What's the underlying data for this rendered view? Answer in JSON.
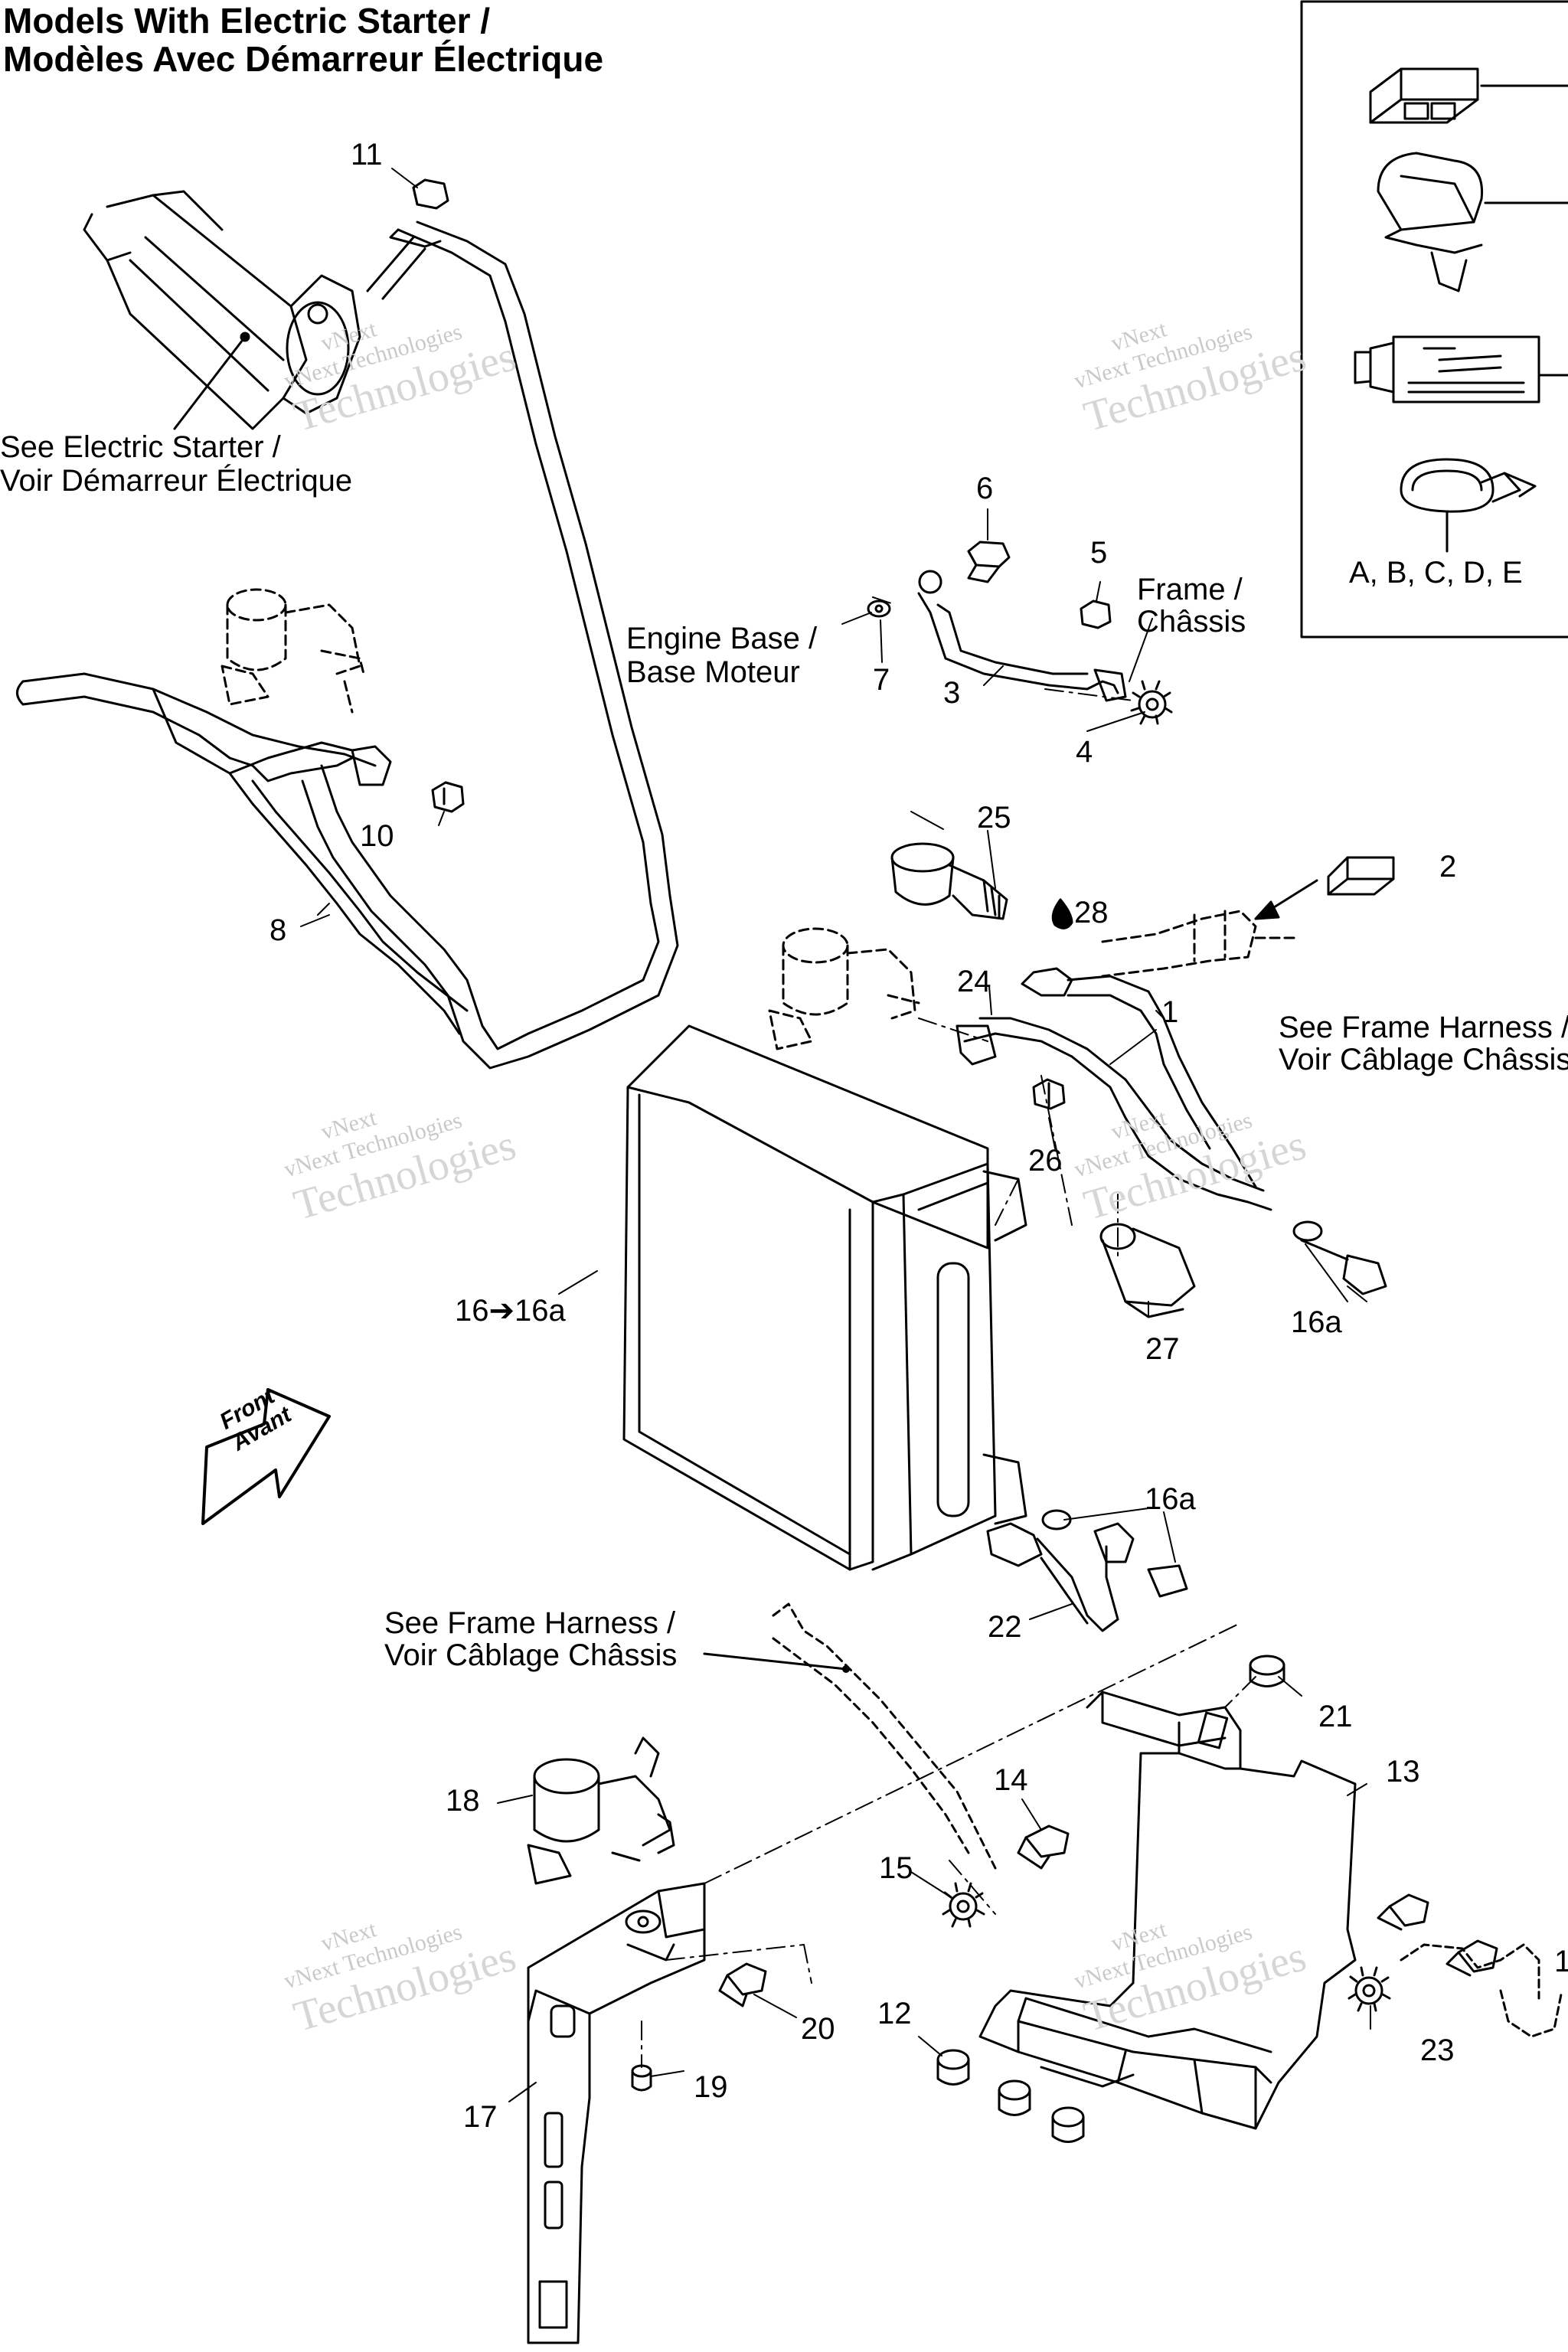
{
  "title": {
    "line1": "Models With Electric Starter /",
    "line2": "Modèles Avec Démarreur Électrique"
  },
  "labels": {
    "see_electric_starter_1": "See Electric Starter /",
    "see_electric_starter_2": "Voir Démarreur Électrique",
    "engine_base_1": "Engine Base /",
    "engine_base_2": "Base Moteur",
    "frame_1": "Frame /",
    "frame_2": "Châssis",
    "frame_harness_right_1": "See Frame Harness /",
    "frame_harness_right_2": "Voir Câblage Châssis",
    "frame_harness_left_1": "See Frame Harness /",
    "frame_harness_left_2": "Voir Câblage Châssis",
    "legend_letters": "A, B, C, D, E",
    "front_1": "Front",
    "front_2": "Avant"
  },
  "callouts": {
    "n1": "1",
    "n2": "2",
    "n3": "3",
    "n4": "4",
    "n5": "5",
    "n6": "6",
    "n7": "7",
    "n8": "8",
    "n10": "10",
    "n11": "11",
    "n12": "12",
    "n13": "13",
    "n14": "14",
    "n15": "15",
    "n16_16a": "16➔16a",
    "n16a_1": "16a",
    "n16a_2": "16a",
    "n17": "17",
    "n18": "18",
    "n19": "19",
    "n20": "20",
    "n21": "21",
    "n22": "22",
    "n23": "23",
    "n24": "24",
    "n25": "25",
    "n26": "26",
    "n27": "27",
    "n28": "28",
    "n1_cut": "1"
  },
  "watermark": {
    "line1": "vNext",
    "line2": "vNext Technologies",
    "line3": "Technologies"
  },
  "colors": {
    "line": "#000000",
    "watermark": "#c9c9c9",
    "background": "#ffffff"
  }
}
